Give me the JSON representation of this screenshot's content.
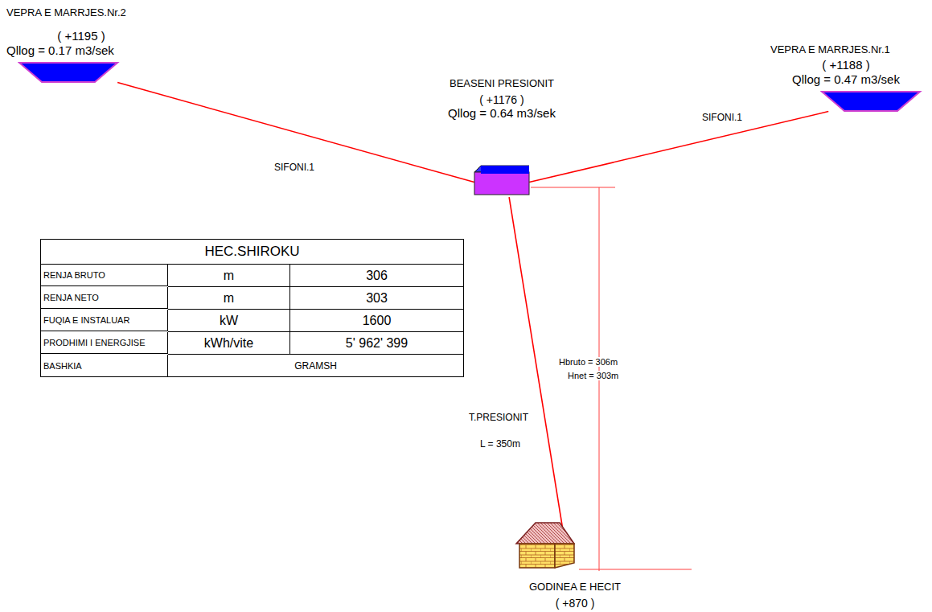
{
  "diagram": {
    "nodes": [
      {
        "text": [
          "VEPRA E MARRJES.Nr.2",
          "( +1195 )",
          "Qllog = 0.17 m3/sek"
        ]
      },
      {
        "text": [
          "VEPRA E MARRJES.Nr.1",
          "( +1188 )",
          "Qllog = 0.47 m3/sek"
        ]
      },
      {
        "text": [
          "BEASENI PRESIONIT",
          "( +1176 )",
          "Qllog = 0.64 m3/sek"
        ]
      },
      {
        "text": [
          "GODINEA E HECIT",
          "( +870 )"
        ]
      }
    ],
    "edges": [
      {
        "from": 0,
        "to": 2,
        "arrow": "none",
        "label": "SIFONI.1"
      },
      {
        "from": 1,
        "to": 2,
        "arrow": "none",
        "label": "SIFONI.1"
      },
      {
        "from": 2,
        "to": 3,
        "arrow": "none",
        "label": "T.PRESIONIT"
      }
    ],
    "labels": [
      "HEC.SHIROKU",
      "RENJA BRUTO",
      "m",
      "306",
      "RENJA NETO",
      "m",
      "303",
      "FUQIA E INSTALUAR",
      "kW",
      "1600",
      "PRODHIMI I ENERGJISE",
      "kWh/vite",
      "5' 962' 399",
      "BASHKIA",
      "GRAMSH",
      "L = 350m",
      "Hbruto = 306m",
      "Hnet = 303m"
    ]
  }
}
